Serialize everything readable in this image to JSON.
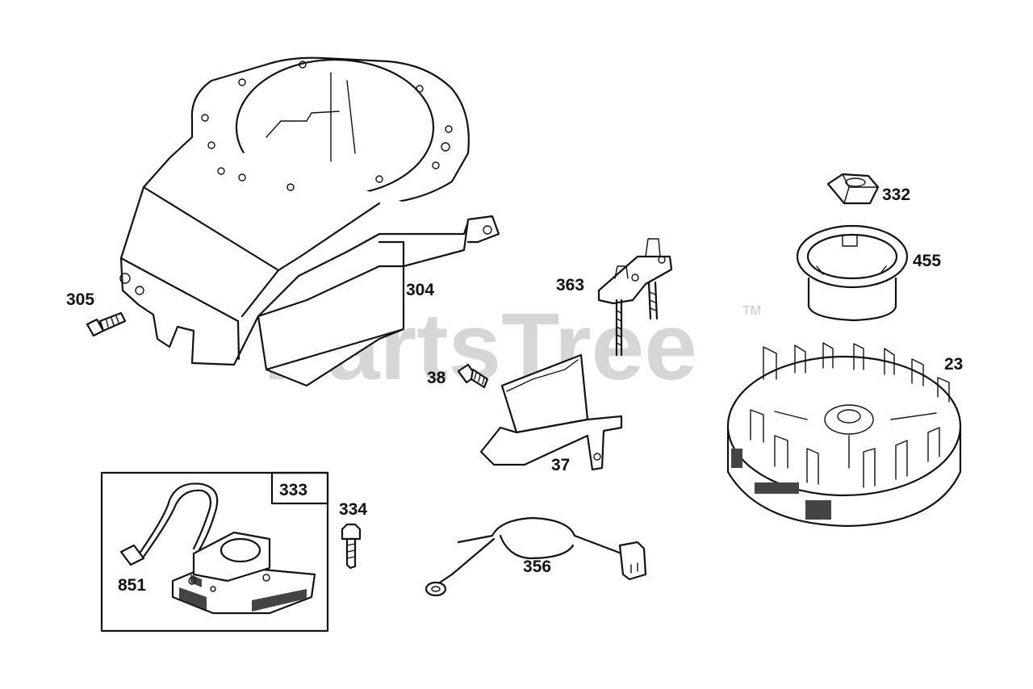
{
  "watermark": {
    "text": "PartsTree",
    "trademark": "TM"
  },
  "callouts": {
    "p305": "305",
    "p304": "304",
    "p363": "363",
    "p332": "332",
    "p455": "455",
    "p23": "23",
    "p38": "38",
    "p37": "37",
    "p333": "333",
    "p334": "334",
    "p851": "851",
    "p356": "356"
  }
}
